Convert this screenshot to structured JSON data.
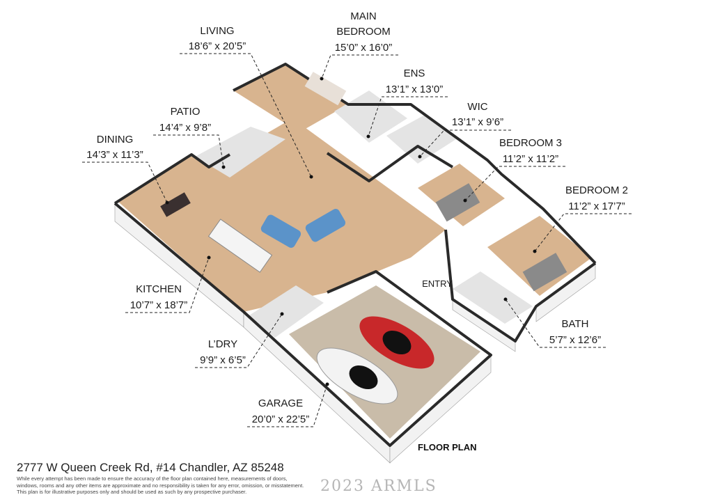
{
  "title": "FLOOR PLAN",
  "address": "2777 W Queen Creek Rd, #14 Chandler, AZ 85248",
  "disclaimer": "While every attempt has been made to ensure the accuracy of the floor plan contained here, measurements of doors, windows, rooms and any other items are approximate and no responsibility is taken for any error, omission, or misstatement. This plan is for illustrative purposes only and should be used as such by any prospective purchaser.",
  "watermark": "2023 ARMLS",
  "rooms": {
    "living": {
      "name": "LIVING",
      "dims": "18’6” x 20’5”"
    },
    "main_bedroom": {
      "name_1": "MAIN",
      "name_2": "BEDROOM",
      "dims": "15’0” x 16’0”"
    },
    "ens": {
      "name": "ENS",
      "dims": "13’1” x 13’0”"
    },
    "wic": {
      "name": "WIC",
      "dims": "13’1” x 9’6”"
    },
    "bedroom3": {
      "name": "BEDROOM 3",
      "dims": "11’2” x 11’2”"
    },
    "bedroom2": {
      "name": "BEDROOM 2",
      "dims": "11’2” x 17’7”"
    },
    "patio": {
      "name": "PATIO",
      "dims": "14’4” x 9’8”"
    },
    "dining": {
      "name": "DINING",
      "dims": "14’3” x 11’3”"
    },
    "kitchen": {
      "name": "KITCHEN",
      "dims": "10’7” x 18’7”"
    },
    "laundry": {
      "name": "L’DRY",
      "dims": "9’9” x 6’5”"
    },
    "garage": {
      "name": "GARAGE",
      "dims": "20’0” x 22’5”"
    },
    "bath": {
      "name": "BATH",
      "dims": "5’7” x 12’6”"
    },
    "entry": {
      "name": "ENTRY"
    }
  }
}
